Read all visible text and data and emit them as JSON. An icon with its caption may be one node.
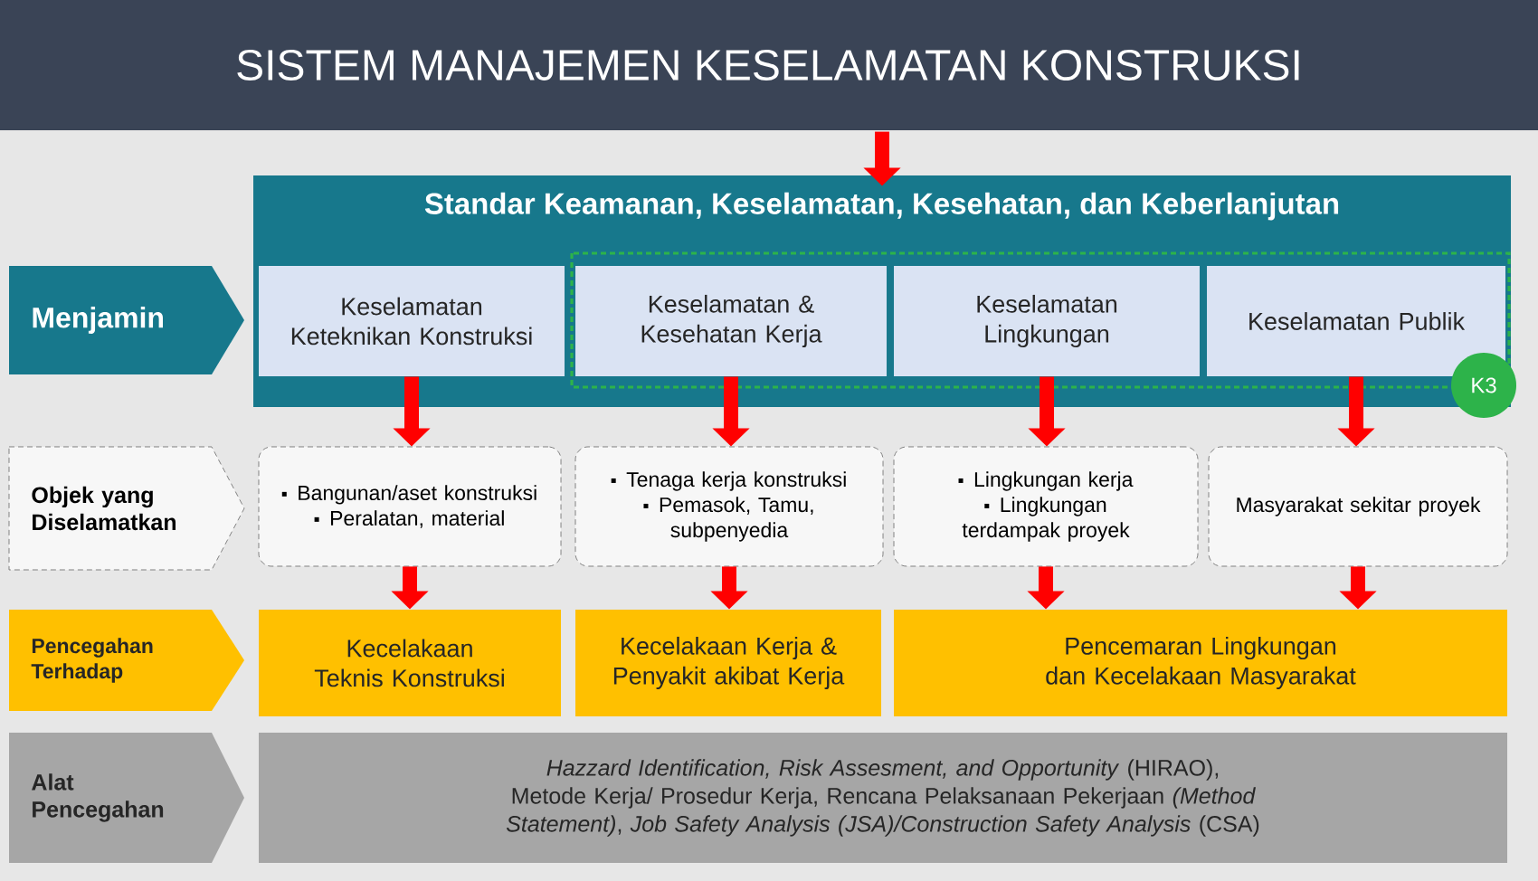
{
  "diagram": {
    "title": "SISTEM MANAJEMEN KESELAMATAN KONSTRUKSI",
    "nodes": [
      {
        "text": [
          "Standar Keamanan, Keselamatan, Kesehatan, dan Keberlanjutan"
        ]
      },
      {
        "text": [
          "Keselamatan Keteknikan Konstruksi"
        ],
        "in": 0
      },
      {
        "text": [
          "Keselamatan & Kesehatan Kerja"
        ],
        "in": 0
      },
      {
        "text": [
          "Keselamatan Lingkungan"
        ],
        "in": 0
      },
      {
        "text": [
          "Keselamatan Publik"
        ],
        "in": 0
      },
      {
        "text": [
          "K3"
        ]
      },
      {
        "text": [
          "Menjamin"
        ]
      },
      {
        "text": [
          "Objek yang Diselamatkan"
        ]
      },
      {
        "text": [
          "Bangunan/aset konstruksi",
          "Peralatan, material"
        ]
      },
      {
        "text": [
          "Tenaga kerja konstruksi",
          "Pemasok, Tamu, subpenyedia"
        ]
      },
      {
        "text": [
          "Lingkungan kerja",
          "Lingkungan terdampak proyek"
        ]
      },
      {
        "text": [
          "Masyarakat sekitar proyek"
        ]
      },
      {
        "text": [
          "Pencegahan Terhadap"
        ]
      },
      {
        "text": [
          "Kecelakaan Teknis Konstruksi"
        ]
      },
      {
        "text": [
          "Kecelakaan Kerja & Penyakit akibat Kerja"
        ]
      },
      {
        "text": [
          "Pencemaran Lingkungan dan Kecelakaan Masyarakat"
        ]
      },
      {
        "text": [
          "Alat Pencegahan"
        ]
      },
      {
        "text": [
          "*Hazzard Identification, Risk Assesment, and Opportunity* (HIRAO), Metode Kerja/ Prosedur Kerja, Rencana Pelaksanaan Pekerjaan *(Method Statement)*, *Job Safety Analysis (JSA)/Construction Safety Analysis* (CSA)"
        ]
      }
    ],
    "edges": [
      {
        "from": null,
        "to": 0,
        "arrow": "to"
      },
      {
        "from": 1,
        "to": 8,
        "arrow": "to"
      },
      {
        "from": 2,
        "to": 9,
        "arrow": "to"
      },
      {
        "from": 3,
        "to": 10,
        "arrow": "to"
      },
      {
        "from": 4,
        "to": 11,
        "arrow": "to"
      },
      {
        "from": 8,
        "to": 13,
        "arrow": "to"
      },
      {
        "from": 9,
        "to": 14,
        "arrow": "to"
      },
      {
        "from": 10,
        "to": 15,
        "arrow": "to"
      },
      {
        "from": 11,
        "to": 15,
        "arrow": "to"
      }
    ]
  }
}
